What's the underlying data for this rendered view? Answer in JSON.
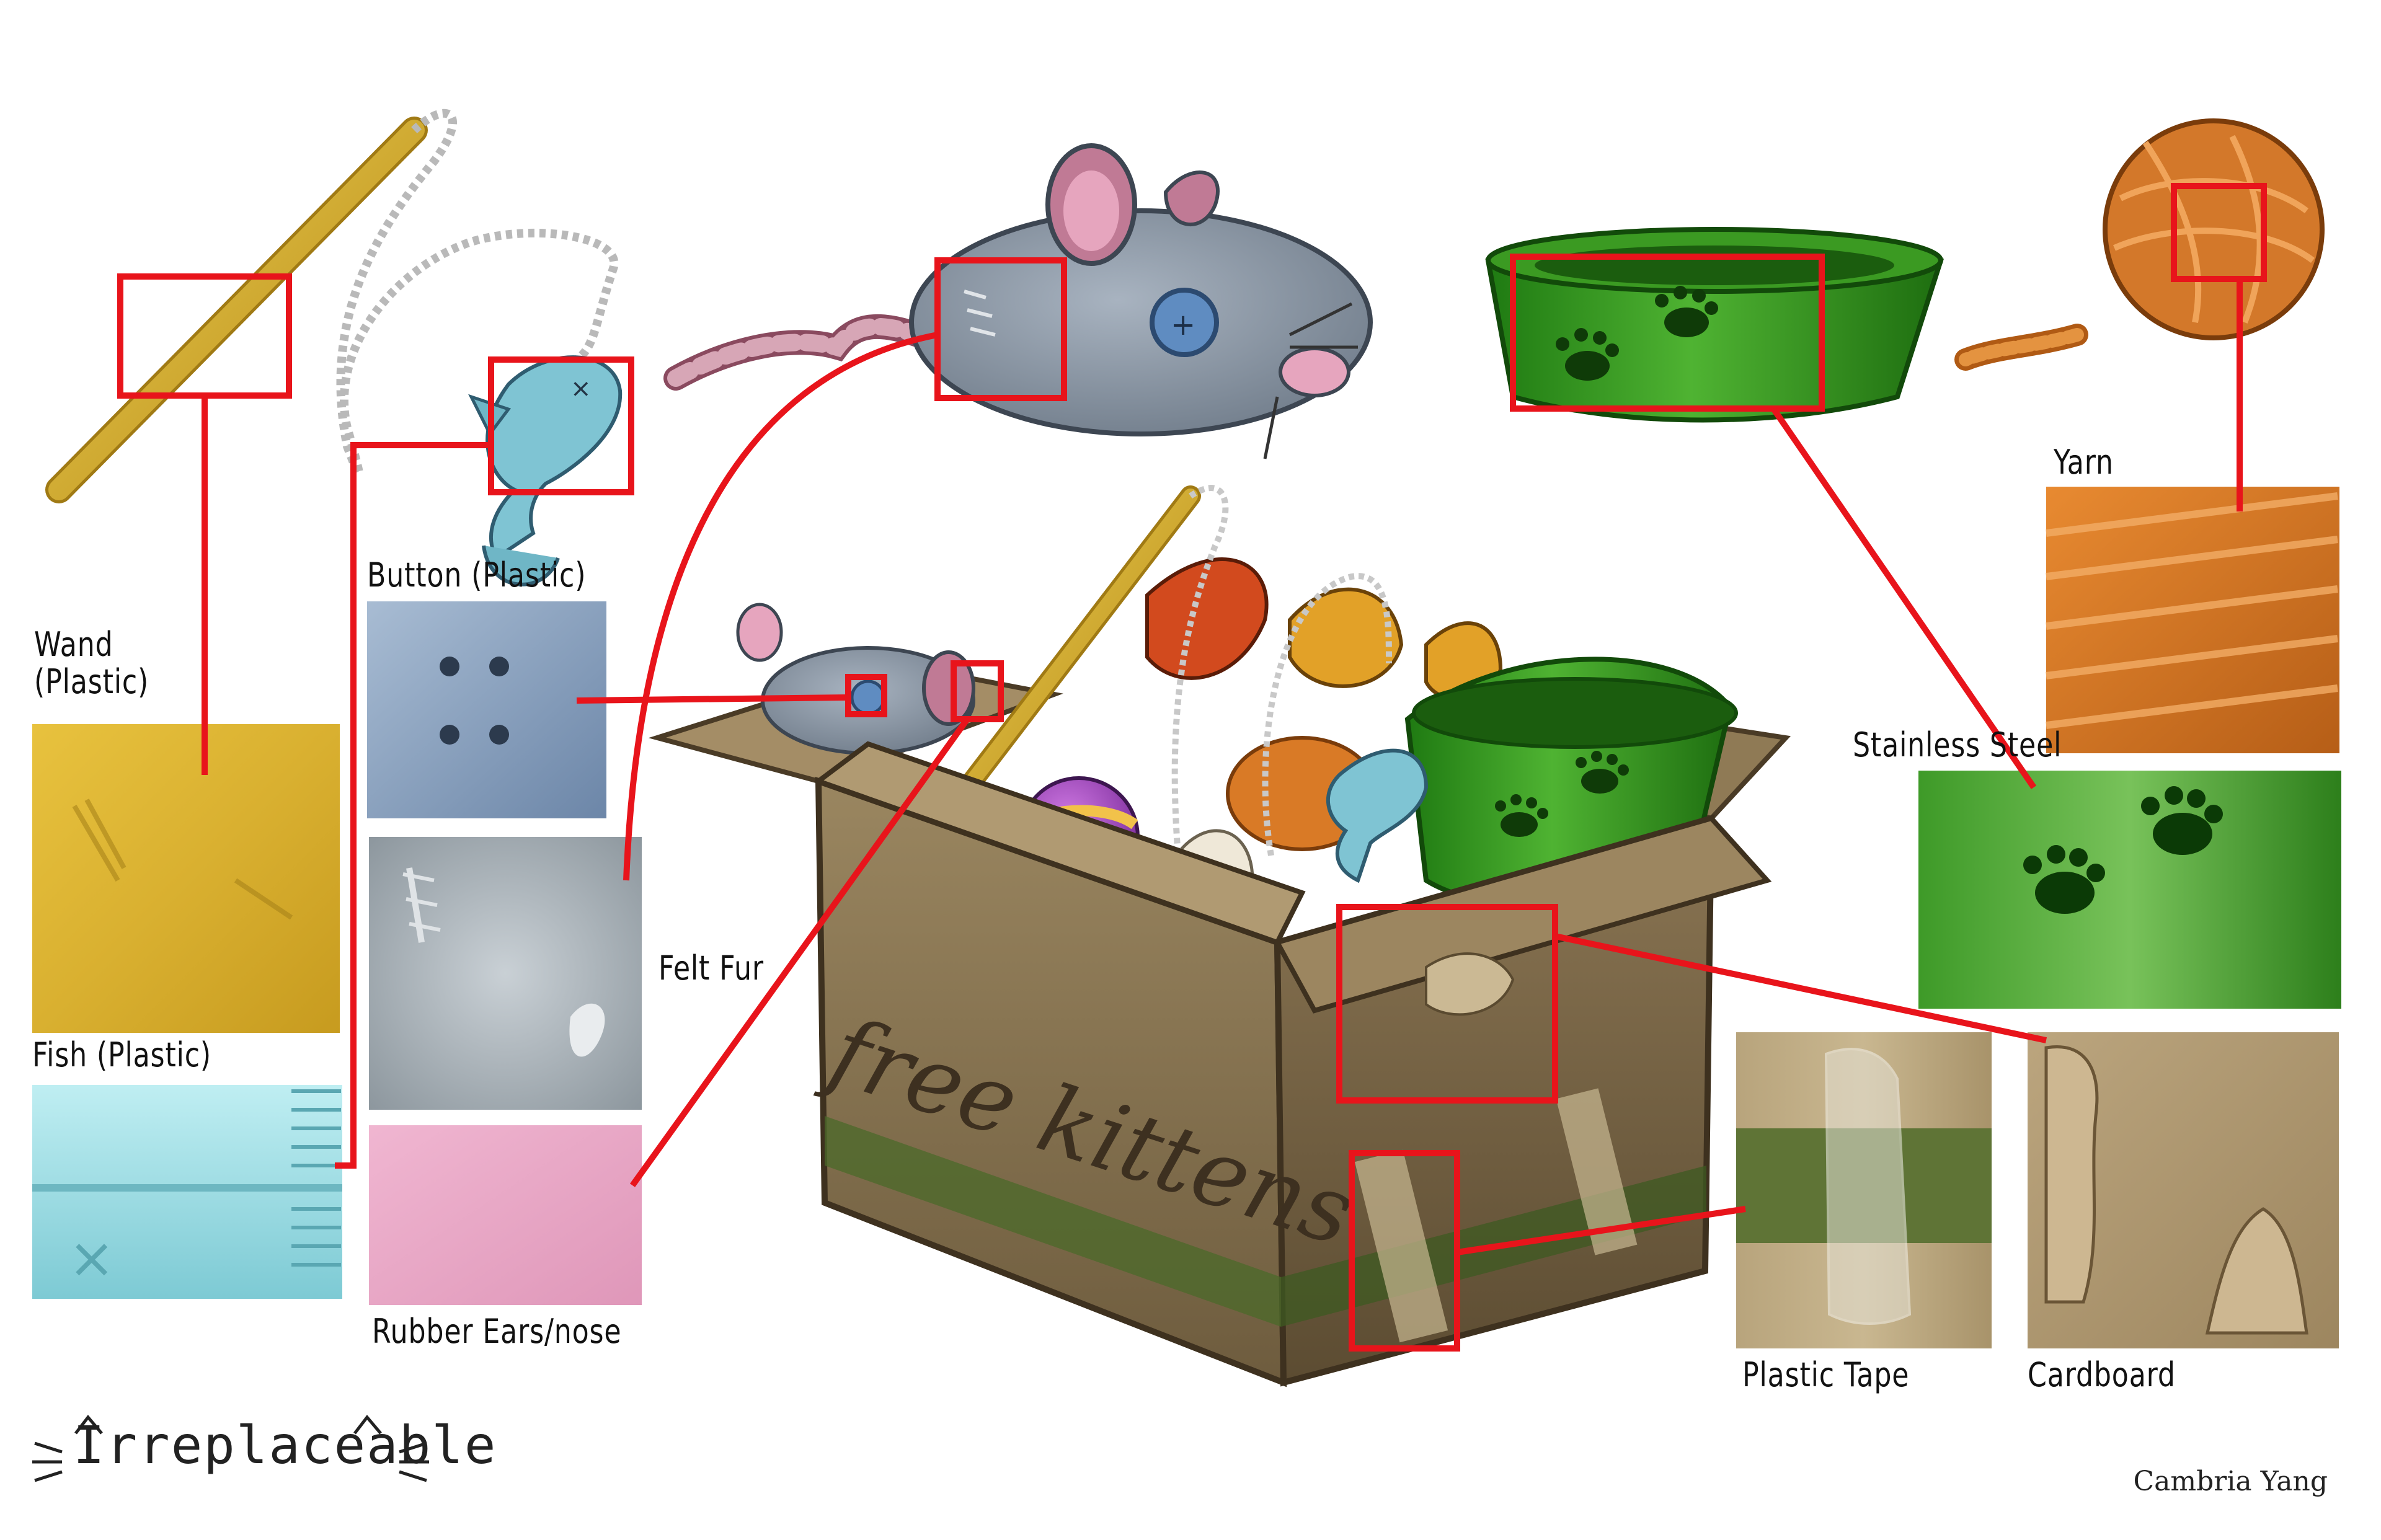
{
  "labels": {
    "wand": "Wand\n(Plastic)",
    "fish": "Fish (Plastic)",
    "button": "Button (Plastic)",
    "felt_fur": "Felt Fur",
    "rubber": "Rubber Ears/nose",
    "yarn": "Yarn",
    "stainless_steel": "Stainless Steel",
    "plastic_tape": "Plastic Tape",
    "cardboard": "Cardboard"
  },
  "box_text": "free kittens",
  "logo": "Irreplaceable",
  "credit": "Cambria Yang",
  "colors": {
    "callout": "#e8141b",
    "wand": "#d9b12e",
    "fish": "#8fd3dc",
    "button": "#7f97b3",
    "felt": "#aab2b8",
    "rubber": "#e7a3c4",
    "yarn": "#d97a26",
    "steel": "#2f9a1e",
    "tape": "#b59f77",
    "cardboard": "#a88f66"
  }
}
